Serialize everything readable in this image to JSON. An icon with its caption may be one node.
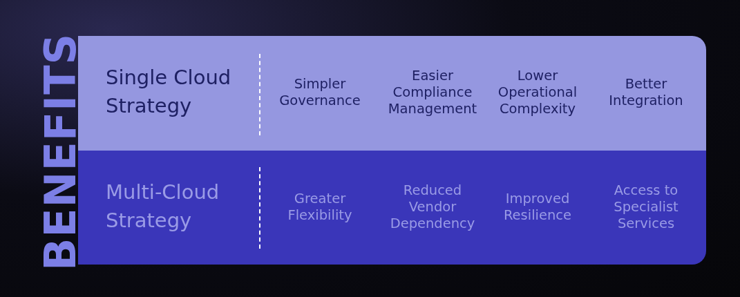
{
  "diagram": {
    "labels": [
      "BENEFITS",
      "Single Cloud Strategy",
      "Simpler Governance",
      "Easier Compliance Management",
      "Lower Operational Complexity",
      "Better Integration",
      "Multi-Cloud Strategy",
      "Greater Flexibility",
      "Reduced Vendor Dependency",
      "Improved Resilience",
      "Access to Specialist Services"
    ]
  }
}
